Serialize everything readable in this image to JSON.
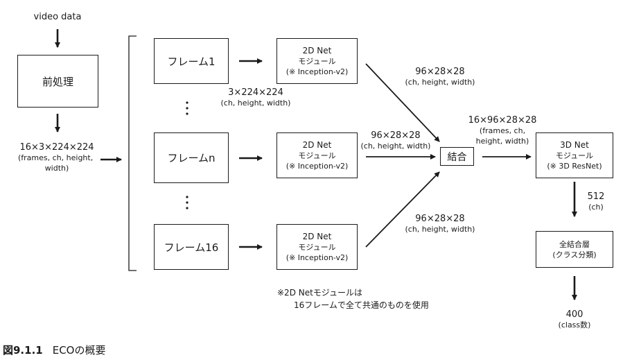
{
  "input": {
    "label": "video data"
  },
  "preprocess": {
    "label": "前処理"
  },
  "input_dims": {
    "shape": "16×3×224×224",
    "l1": "(frames, ch, height,",
    "l2": "width)"
  },
  "frames": [
    "フレーム1",
    "フレームn",
    "フレーム16"
  ],
  "frame_dims": {
    "shape": "3×224×224",
    "axes": "(ch, height, width)"
  },
  "net2d": {
    "l1": "2D Net",
    "l2": "モジュール",
    "l3": "(※ Inception-v2)"
  },
  "feature_dims": {
    "shape": "96×28×28",
    "axes": "(ch, height, width)"
  },
  "concat": {
    "label": "結合"
  },
  "concat_dims": {
    "shape": "16×96×28×28",
    "l1": "(frames, ch,",
    "l2": "height, width)"
  },
  "net3d": {
    "l1": "3D Net",
    "l2": "モジュール",
    "l3": "(※ 3D ResNet)"
  },
  "net3d_out": {
    "value": "512",
    "unit": "(ch)"
  },
  "fc": {
    "l1": "全結合層",
    "l2": "(クラス分類)"
  },
  "output": {
    "value": "400",
    "unit": "(class数)"
  },
  "note": {
    "l1": "※2D Netモジュールは",
    "l2": "16フレームで全て共通のものを使用"
  },
  "caption": {
    "number": "図9.1.1",
    "title": "ECOの概要"
  }
}
